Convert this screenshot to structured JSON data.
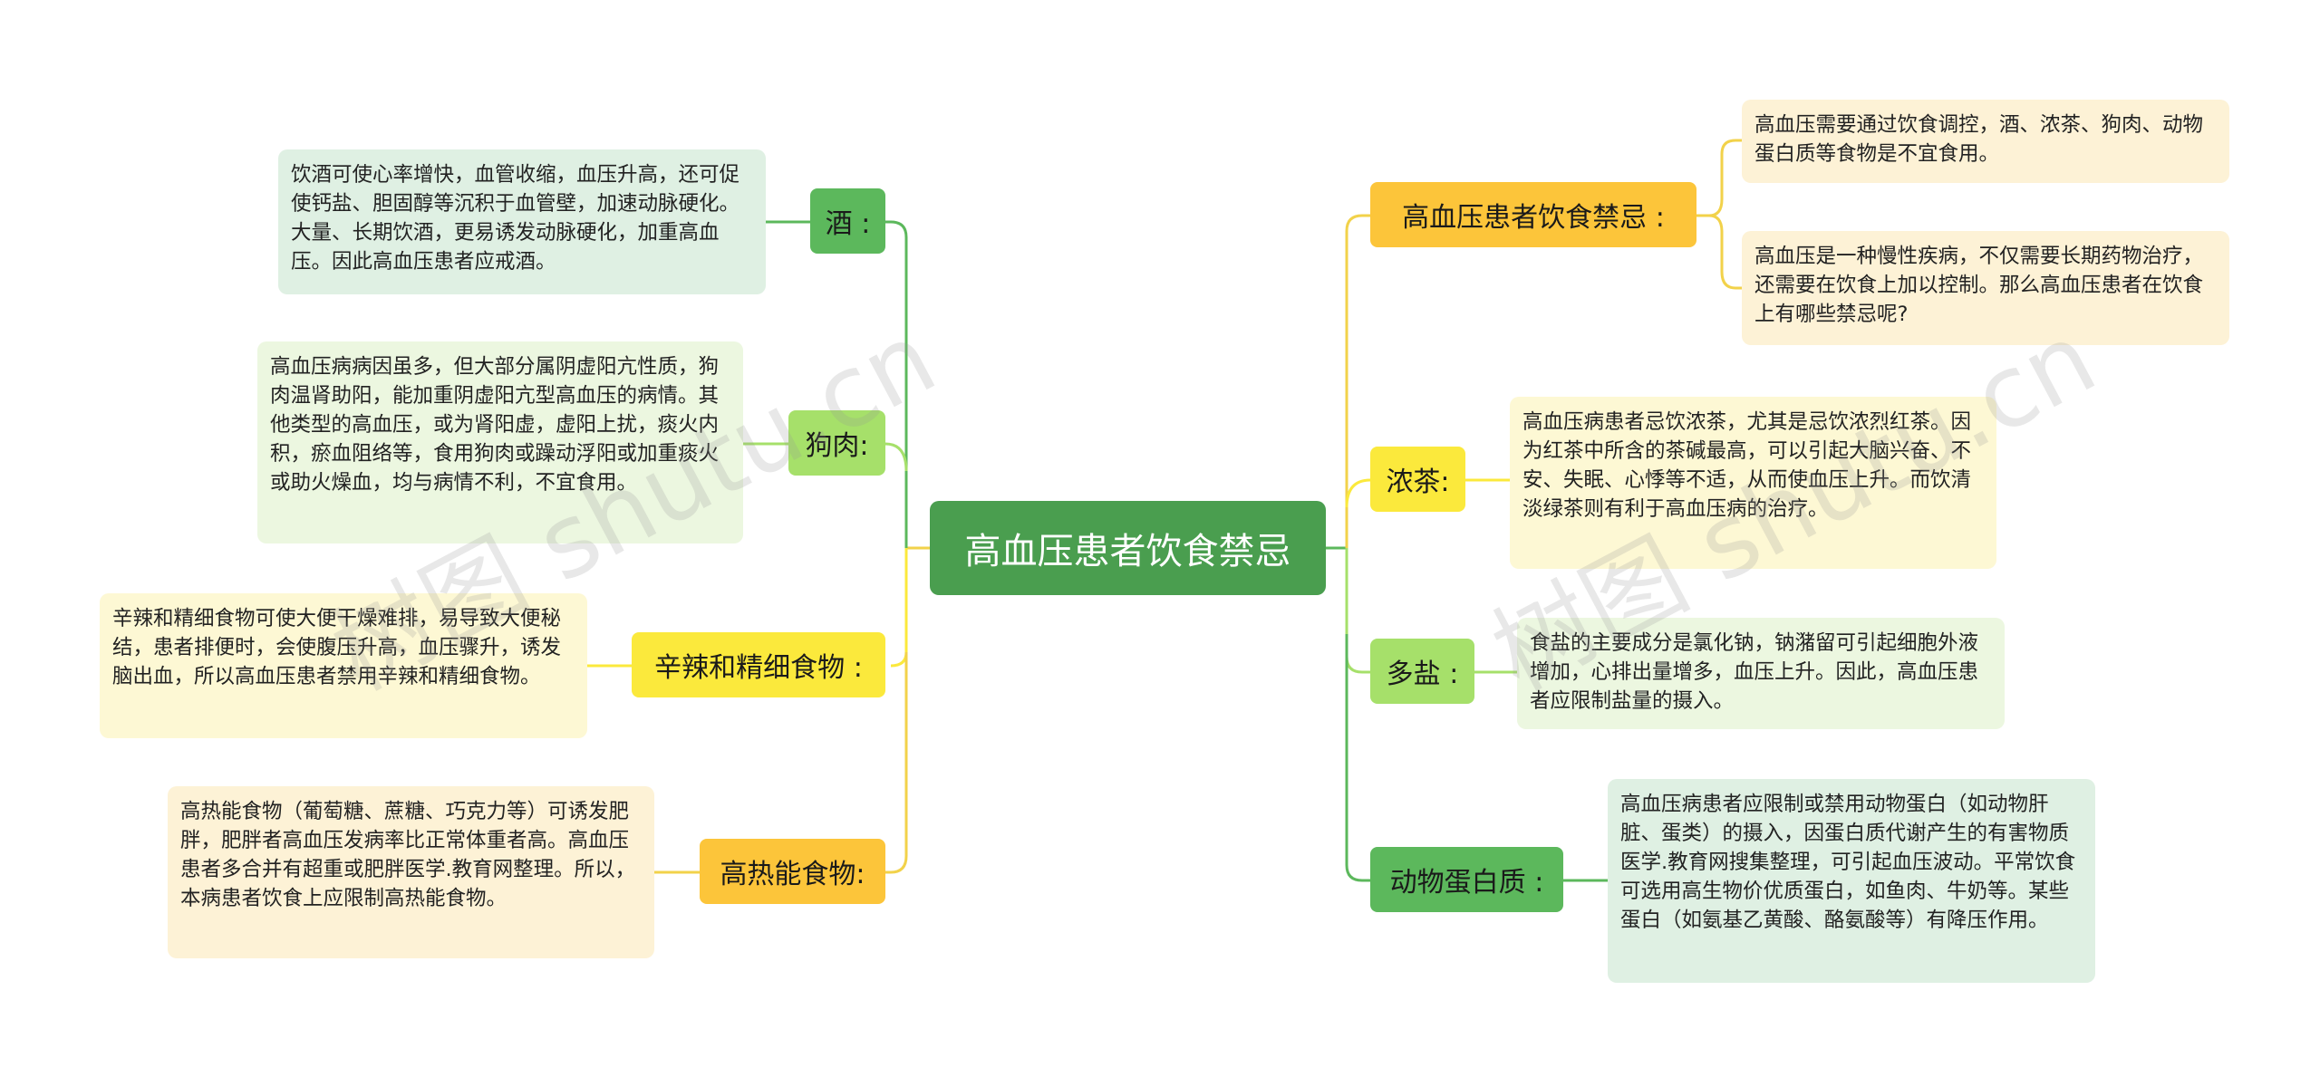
{
  "root": {
    "label": "高血压患者饮食禁忌"
  },
  "branches": {
    "jiu": {
      "label": "酒 :",
      "text": "饮酒可使心率增快，血管收缩，血压升高，还可促使钙盐、胆固醇等沉积于血管壁，加速动脉硬化。大量、长期饮酒，更易诱发动脉硬化，加重高血压。因此高血压患者应戒酒。"
    },
    "gourou": {
      "label": "狗肉:",
      "text": "高血压病病因虽多，但大部分属阴虚阳亢性质，狗肉温肾助阳，能加重阴虚阳亢型高血压的病情。其他类型的高血压，或为肾阳虚，虚阳上扰，痰火内积，瘀血阻络等，食用狗肉或躁动浮阳或加重痰火或助火燥血，均与病情不利，不宜食用。"
    },
    "xinla": {
      "label": "辛辣和精细食物 :",
      "text": "辛辣和精细食物可使大便干燥难排，易导致大便秘结，患者排便时，会使腹压升高，血压骤升，诱发脑出血，所以高血压患者禁用辛辣和精细食物。"
    },
    "gaore": {
      "label": "高热能食物:",
      "text": "高热能食物（葡萄糖、蔗糖、巧克力等）可诱发肥胖，肥胖者高血压发病率比正常体重者高。高血压患者多合并有超重或肥胖医学.教育网整理。所以，本病患者饮食上应限制高热能食物。"
    },
    "jinji": {
      "label": "高血压患者饮食禁忌 :",
      "texts": [
        "高血压需要通过饮食调控，酒、浓茶、狗肉、动物蛋白质等食物是不宜食用。",
        "高血压是一种慢性疾病，不仅需要长期药物治疗，还需要在饮食上加以控制。那么高血压患者在饮食上有哪些禁忌呢?"
      ]
    },
    "nongcha": {
      "label": "浓茶:",
      "text": "高血压病患者忌饮浓茶，尤其是忌饮浓烈红茶。因为红茶中所含的茶碱最高，可以引起大脑兴奋、不安、失眠、心悸等不适，从而使血压上升。而饮清淡绿茶则有利于高血压病的治疗。"
    },
    "duoyan": {
      "label": "多盐 :",
      "text": "食盐的主要成分是氯化钠，钠潴留可引起细胞外液增加，心排出量增多，血压上升。因此，高血压患者应限制盐量的摄入。"
    },
    "danbai": {
      "label": "动物蛋白质 :",
      "text": "高血压病患者应限制或禁用动物蛋白（如动物肝脏、蛋类）的摄入，因蛋白质代谢产生的有害物质医学.教育网搜集整理，可引起血压波动。平常饮食可选用高生物价优质蛋白，如鱼肉、牛奶等。某些蛋白（如氨基乙黄酸、酪氨酸等）有降压作用。"
    }
  },
  "watermarks": [
    "树图 shutu.cn",
    "树图 shutu.cn"
  ],
  "colors": {
    "root": "#4a9e4f",
    "green_branch": "#5cb85c",
    "lime_branch": "#a6e06a",
    "yellow_branch": "#fbe93c",
    "orange_branch": "#fcc53a",
    "green_leaf": "#dff0e3",
    "lime_leaf": "#ecf7e0",
    "yellow_leaf": "#fdf8d4",
    "orange_leaf": "#fdf2d6"
  }
}
